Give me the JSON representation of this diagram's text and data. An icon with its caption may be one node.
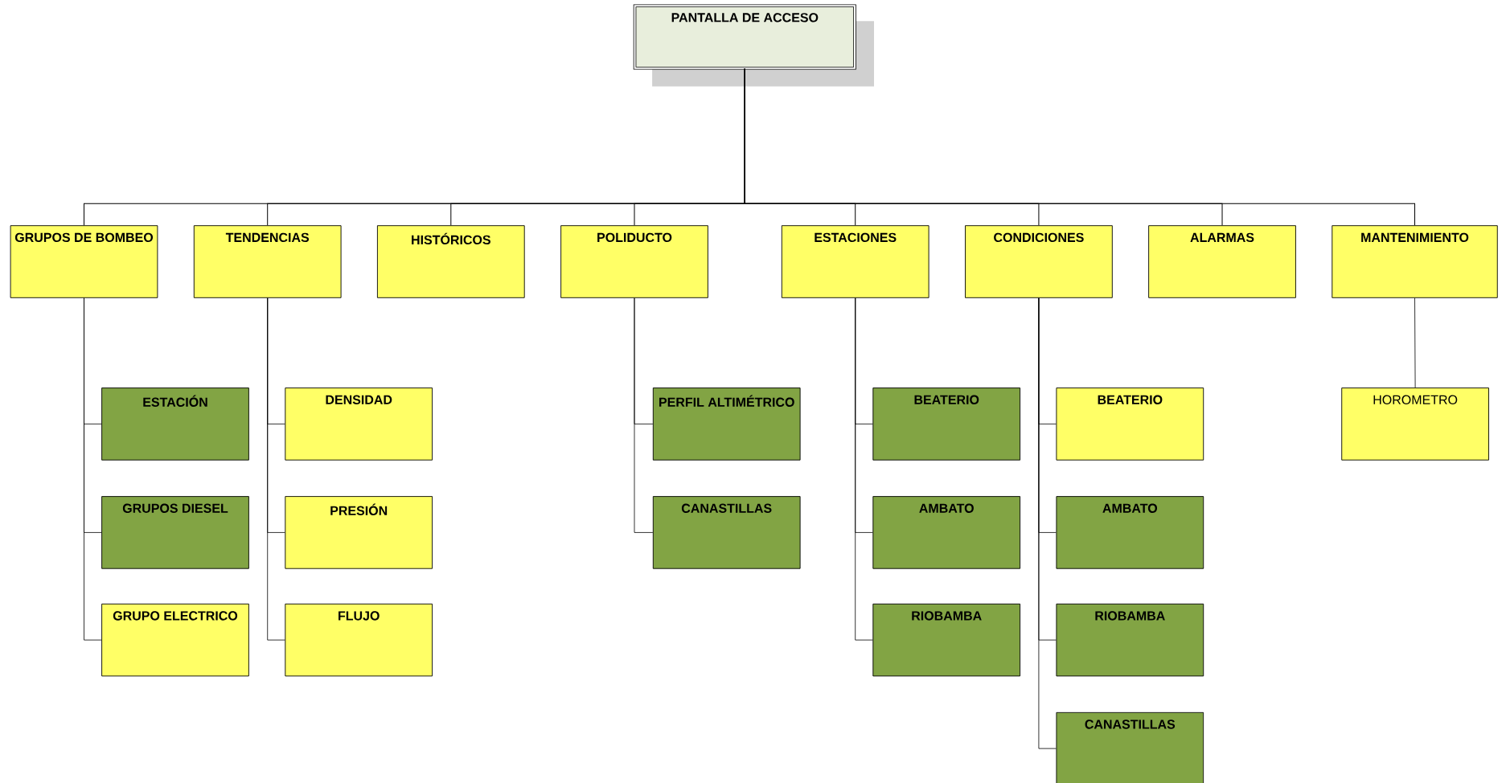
{
  "diagram": {
    "nodes": [
      {
        "text": [
          "PANTALLA DE ACCESO"
        ]
      },
      {
        "text": [
          "GRUPOS DE BOMBEO"
        ]
      },
      {
        "text": [
          "TENDENCIAS"
        ]
      },
      {
        "text": [
          "HISTÓRICOS"
        ]
      },
      {
        "text": [
          "POLIDUCTO"
        ]
      },
      {
        "text": [
          "ESTACIONES"
        ]
      },
      {
        "text": [
          "CONDICIONES"
        ]
      },
      {
        "text": [
          "ALARMAS"
        ]
      },
      {
        "text": [
          "MANTENIMIENTO"
        ]
      },
      {
        "text": [
          "ESTACIÓN"
        ]
      },
      {
        "text": [
          "GRUPOS DIESEL"
        ]
      },
      {
        "text": [
          "GRUPO ELECTRICO"
        ]
      },
      {
        "text": [
          "DENSIDAD"
        ]
      },
      {
        "text": [
          "PRESIÓN"
        ]
      },
      {
        "text": [
          "FLUJO"
        ]
      },
      {
        "text": [
          "PERFIL ALTIMÉTRICO"
        ]
      },
      {
        "text": [
          "CANASTILLAS"
        ]
      },
      {
        "text": [
          "BEATERIO"
        ]
      },
      {
        "text": [
          "AMBATO"
        ]
      },
      {
        "text": [
          "RIOBAMBA"
        ]
      },
      {
        "text": [
          "BEATERIO"
        ]
      },
      {
        "text": [
          "AMBATO"
        ]
      },
      {
        "text": [
          "RIOBAMBA"
        ]
      },
      {
        "text": [
          "CANASTILLAS"
        ]
      },
      {
        "text": [
          "HOROMETRO"
        ]
      }
    ],
    "edges": [
      {
        "from": 0,
        "to": 1,
        "arrow": "none"
      },
      {
        "from": 0,
        "to": 2,
        "arrow": "none"
      },
      {
        "from": 0,
        "to": 3,
        "arrow": "none"
      },
      {
        "from": 0,
        "to": 4,
        "arrow": "none"
      },
      {
        "from": 0,
        "to": 5,
        "arrow": "none"
      },
      {
        "from": 0,
        "to": 6,
        "arrow": "none"
      },
      {
        "from": 0,
        "to": 7,
        "arrow": "none"
      },
      {
        "from": 0,
        "to": 8,
        "arrow": "none"
      },
      {
        "from": 1,
        "to": 9,
        "arrow": "none"
      },
      {
        "from": 1,
        "to": 10,
        "arrow": "none"
      },
      {
        "from": 1,
        "to": 11,
        "arrow": "none"
      },
      {
        "from": 2,
        "to": 12,
        "arrow": "none"
      },
      {
        "from": 2,
        "to": 13,
        "arrow": "none"
      },
      {
        "from": 2,
        "to": 14,
        "arrow": "none"
      },
      {
        "from": 4,
        "to": 15,
        "arrow": "none"
      },
      {
        "from": 4,
        "to": 16,
        "arrow": "none"
      },
      {
        "from": 5,
        "to": 17,
        "arrow": "none"
      },
      {
        "from": 5,
        "to": 18,
        "arrow": "none"
      },
      {
        "from": 5,
        "to": 19,
        "arrow": "none"
      },
      {
        "from": 6,
        "to": 20,
        "arrow": "none"
      },
      {
        "from": 6,
        "to": 21,
        "arrow": "none"
      },
      {
        "from": 6,
        "to": 22,
        "arrow": "none"
      },
      {
        "from": 6,
        "to": 23,
        "arrow": "none"
      },
      {
        "from": 8,
        "to": 24,
        "arrow": "none"
      }
    ]
  }
}
